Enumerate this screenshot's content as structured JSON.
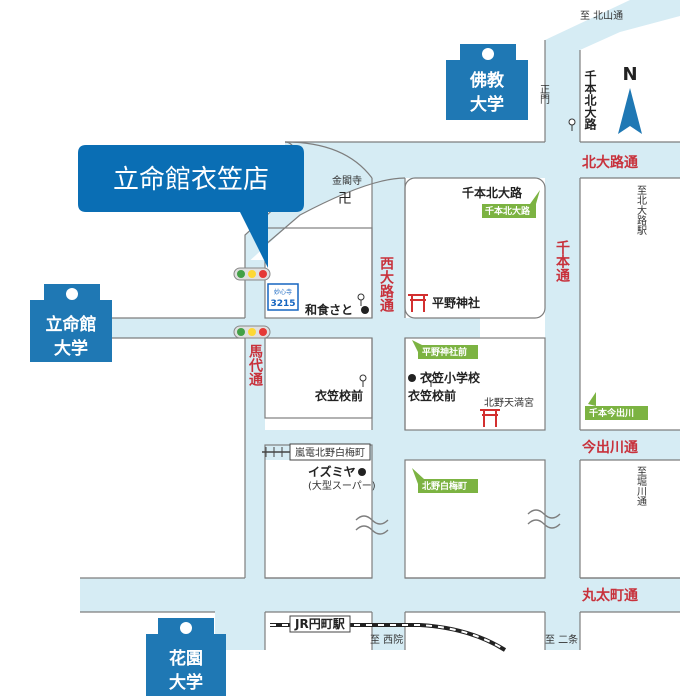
{
  "callout": {
    "label": "立命館衣笠店"
  },
  "universities": [
    {
      "id": "bukkyo",
      "line1": "佛教",
      "line2": "大学"
    },
    {
      "id": "ritsumeikan",
      "line1": "立命館",
      "line2": "大学"
    },
    {
      "id": "kaen",
      "line1": "花園",
      "line2": "大学"
    }
  ],
  "roads": {
    "kitaoji": "北大路通",
    "imadegawa": "今出川通",
    "marutamachi": "丸太町通",
    "senbon": "千本通",
    "nishioji": "西大路通",
    "badai": "馬代通",
    "senbon_kitaoji": "千本北大路"
  },
  "directions": {
    "kitayama": "至 北山通",
    "kitaoji_eki": "至北大路駅",
    "horikawa": "至堀川通",
    "saiin": "至 西院",
    "nijo": "至 二条"
  },
  "places": {
    "kinkakuji": "金閣寺",
    "washoku_sato": "和食さと",
    "hirano_jinja": "平野神社",
    "kinugasa_school": "衣笠小学校",
    "kitano_tenmangu": "北野天満宮",
    "izumiya": "イズミヤ",
    "izumiya_note": "(大型スーパー)",
    "kinugasako_mae_left": "衣笠校前",
    "kinugasako_mae_right": "衣笠校前",
    "senbon_kitaoji_label": "千本北大路",
    "shomon": "正門",
    "route_code": "3215",
    "route_sign": "妙心寺"
  },
  "bus_stops": {
    "senbon_kitaoji": "千本北大路",
    "hirano_jinja_mae": "平野神社前",
    "senbon_imadegawa": "千本今出川",
    "kitano_hakubaicho": "北野白梅町"
  },
  "stations": {
    "randen": "嵐電北野白梅町",
    "jr_enmachi": "JR円町駅"
  },
  "compass": {
    "label": "N"
  },
  "colors": {
    "road_fill": "#d6ecf4",
    "road_edge": "#7e7e7e",
    "university_blue": "#1f78b4",
    "callout_blue": "#0a6eb4",
    "road_label_red": "#c8323c",
    "bus_stop_green": "#7cb342",
    "shrine_red": "#d32f2f"
  }
}
